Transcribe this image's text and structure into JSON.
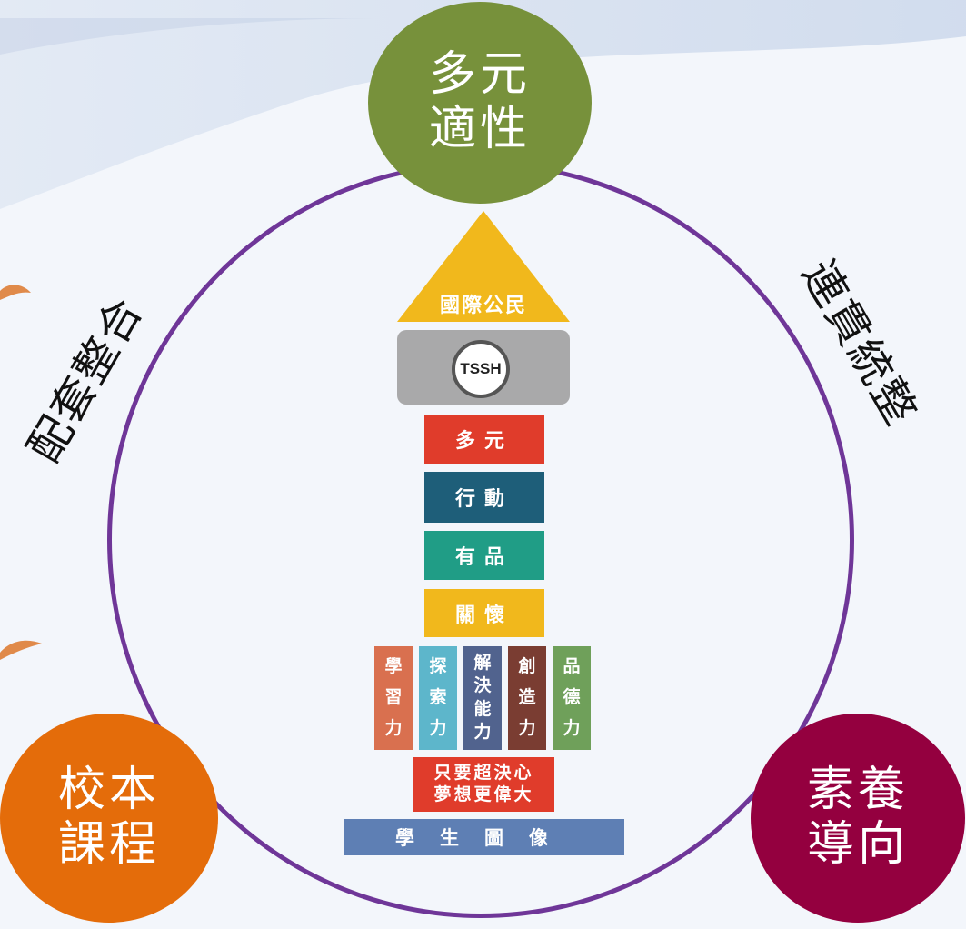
{
  "diagram": {
    "nodes": {
      "top": [
        "多元",
        "適性"
      ],
      "bottom_left": [
        "校本",
        "課程"
      ],
      "bottom_right": [
        "素養",
        "導向"
      ]
    },
    "side_labels": {
      "left": "配套整合",
      "right": "連貫統整"
    },
    "tower": {
      "roof": "國際公民",
      "logo": "TSSH",
      "bars": [
        "多元",
        "行動",
        "有品",
        "關懷"
      ],
      "columns": [
        [
          "學",
          "習",
          "力"
        ],
        [
          "探",
          "索",
          "力"
        ],
        [
          "解",
          "決",
          "能",
          "力"
        ],
        [
          "創",
          "造",
          "力"
        ],
        [
          "品",
          "德",
          "力"
        ]
      ],
      "motto": [
        "只要超決心",
        "夢想更偉大"
      ],
      "base": "學生圖像"
    },
    "colors": {
      "ring": "#6f3698",
      "top_node": "#77913b",
      "bottom_left_node": "#e46c0a",
      "bottom_right_node": "#94003f"
    }
  }
}
